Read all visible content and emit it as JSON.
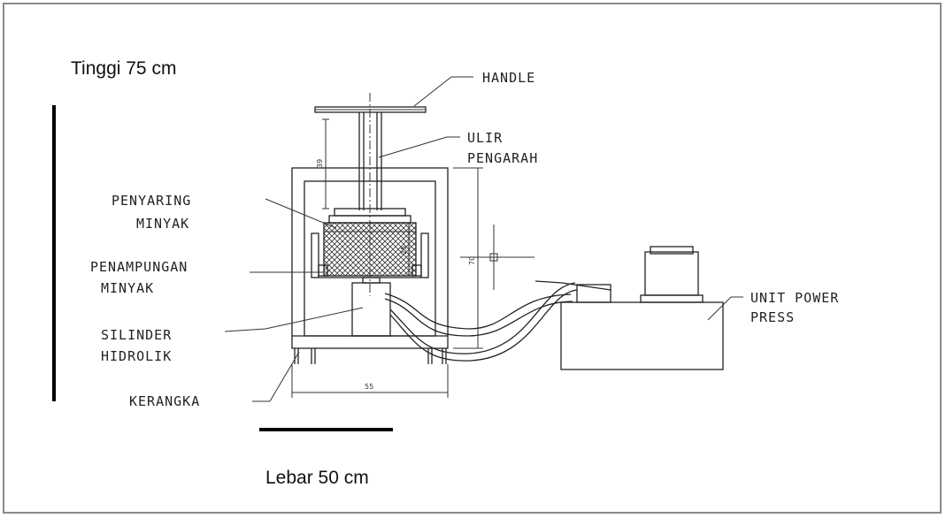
{
  "captions": {
    "height": "Tinggi 75 cm",
    "width": "Lebar 50 cm"
  },
  "labels": {
    "handle": "HANDLE",
    "ulir_1": "ULIR",
    "ulir_2": "PENGARAH",
    "penyaring_1": "PENYARING",
    "penyaring_2": "MINYAK",
    "penampungan_1": "PENAMPUNGAN",
    "penampungan_2": "MINYAK",
    "silinder_1": "SILINDER",
    "silinder_2": "HIDROLIK",
    "kerangka": "KERANGKA",
    "unit_1": "UNIT POWER",
    "unit_2": "PRESS"
  },
  "dimensions": {
    "top_height": "39",
    "total_height": "70",
    "bottom_width": "55",
    "basket_height": "25"
  },
  "colors": {
    "frame_border": "#8a8a8a",
    "line": "#222222",
    "scale_bar": "#000000"
  }
}
